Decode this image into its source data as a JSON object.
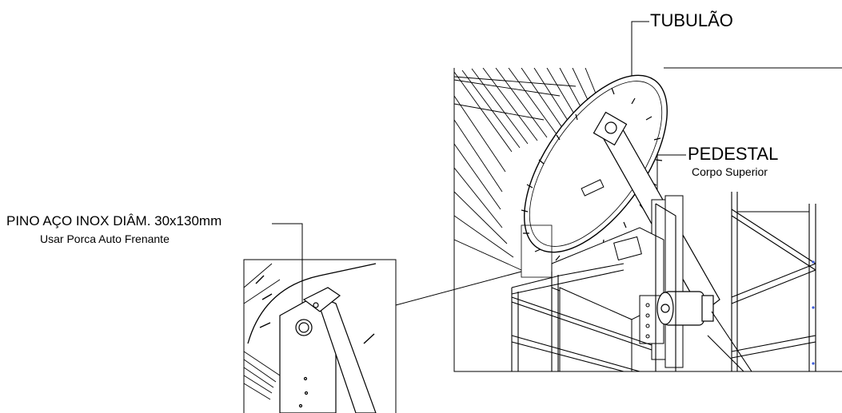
{
  "labels": {
    "tubulao": "TUBULÃO",
    "pedestal": "PEDESTAL",
    "pedestal_sub": "Corpo Superior",
    "pino": "PINO AÇO INOX DIÂM. 30x130mm",
    "pino_sub": "Usar Porca Auto  Frenante"
  },
  "colors": {
    "line": "#000000",
    "background": "#ffffff",
    "accent": "#3b5bdb"
  }
}
